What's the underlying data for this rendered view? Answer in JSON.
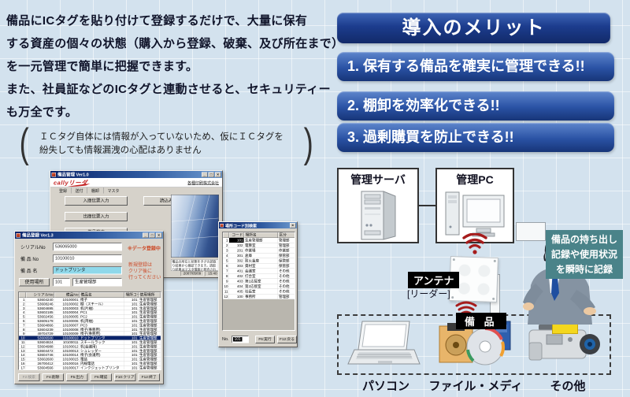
{
  "colors": {
    "background": "#d3e2ee",
    "merit_blue_dark": "#122a69",
    "merit_blue": "#2a52a4",
    "callout_teal": "#4a8389",
    "wifi_red": "#a61c1c",
    "logo_red": "#c32020",
    "selection_navy": "#0a246a",
    "highlight_cyan": "#8fd8ea",
    "alert_red": "#cc4a28"
  },
  "intro": {
    "lines": [
      "備品にICタグを貼り付けて登録するだけで、大量に保有",
      "する資産の個々の状態（購入から登録、破棄、及び所在まで）",
      "を一元管理で簡単に把握できます。",
      "また、社員証などのICタグと連動させると、セキュリティー",
      "も万全です。"
    ],
    "note_line1": "ＩＣタグ自体には情報が入っていないため、仮にＩＣタグを",
    "note_line2": "紛失しても情報漏洩の心配はありません"
  },
  "merits": {
    "title": "導入のメリット",
    "items": [
      "1. 保有する備品を確実に管理できる!!",
      "2. 棚卸を効率化できる!!",
      "3. 過剰購買を防止できる!!"
    ]
  },
  "diagram": {
    "server_label": "管理サーバ",
    "pc_label": "管理PC",
    "antenna_label": "アンテナ",
    "reader_label": "[リーダー]",
    "bihin_label": "備 品",
    "callout_lines": [
      "備品の持ち出し",
      "記録や使用状況",
      "を瞬時に記録"
    ],
    "item_labels": [
      "パソコン",
      "ファイル・メディア",
      "その他"
    ],
    "icons": [
      "wifi-down-icon",
      "server-illustration",
      "desktop-pc-illustration",
      "antenna-panel",
      "businessman-illustration",
      "laptop-illustration",
      "media-illustration",
      "camera-illustration"
    ]
  },
  "windows": {
    "chrome": {
      "min": "_",
      "max": "□",
      "close": "×"
    },
    "main": {
      "title": "備品管理  Ver1.0",
      "logo": "callyリーダ",
      "company": "各種印刷株式会社",
      "tabs": [
        "登録",
        "送付",
        "棚卸",
        "マスタ"
      ],
      "buttons": [
        "入庫伝票入力",
        "出庫伝票入力",
        "備品検索"
      ],
      "read_test_button": "読込みテスト",
      "photo_caption": "備品の所在と状態をタグの読取り結果から確認できます。読取り結果はマスタ情報と照合されます。",
      "status_date": "2007/05/09",
      "status_time": "15:40"
    },
    "register": {
      "title": "備品登録  Ver1.3",
      "fields": {
        "serial_label": "シリアルNo",
        "serial_value": "536065000",
        "itemno_label": "備 品 No",
        "itemno_value": "10100010",
        "name_label": "備 品 名",
        "name_value": "ドットプリンタ",
        "place_label": "使用場所",
        "place_code": "101",
        "place_name": "生産管理部"
      },
      "alert1": "※データ登録中",
      "alert2_lines": [
        "新規登録は",
        "クリア後に",
        "行ってください"
      ],
      "table": {
        "headers": [
          "",
          "シリアルNo",
          "備品No",
          "備品名",
          "場所コード",
          "使用場所"
        ],
        "selected_index": 9,
        "rows": [
          {
            "no": "1",
            "serial": "53604240",
            "ino": "10100001",
            "name": "椅子",
            "code": "101",
            "place": "生産管理部"
          },
          {
            "no": "2",
            "serial": "53608246",
            "ino": "10100002",
            "name": "棚（スチール）",
            "code": "101",
            "place": "生産管理部"
          },
          {
            "no": "3",
            "serial": "53604695",
            "ino": "10100003",
            "name": "机(片袖)",
            "code": "101",
            "place": "生産管理部"
          },
          {
            "no": "4",
            "serial": "53602185",
            "ino": "10100004",
            "name": "PC1",
            "code": "101",
            "place": "生産管理部"
          },
          {
            "no": "5",
            "serial": "53602456",
            "ino": "10100005",
            "name": "PC2",
            "code": "101",
            "place": "生産管理部"
          },
          {
            "no": "6",
            "serial": "53605179",
            "ino": "10100006",
            "name": "机(両袖)",
            "code": "101",
            "place": "生産管理部"
          },
          {
            "no": "7",
            "serial": "53604866",
            "ino": "10100007",
            "name": "PC3",
            "code": "101",
            "place": "生産管理部"
          },
          {
            "no": "8",
            "serial": "53604239",
            "ino": "10100008",
            "name": "椅子(事務用)",
            "code": "101",
            "place": "生産管理部"
          },
          {
            "no": "9",
            "serial": "49704729",
            "ino": "10100009",
            "name": "椅子(事務用)",
            "code": "101",
            "place": "生産管理部"
          },
          {
            "no": "10",
            "serial": "53606500",
            "ino": "10100010",
            "name": "ドットプリンタ",
            "code": "101",
            "place": "生産管理部"
          },
          {
            "no": "11",
            "serial": "53604824",
            "ino": "10100011",
            "name": "スチールラック",
            "code": "101",
            "place": "生産管理部"
          },
          {
            "no": "12",
            "serial": "53604988",
            "ino": "10100012",
            "name": "机(会議用)",
            "code": "101",
            "place": "生産管理部"
          },
          {
            "no": "13",
            "serial": "53604472",
            "ino": "10100013",
            "name": "シュレッダー",
            "code": "101",
            "place": "生産管理部"
          },
          {
            "no": "14",
            "serial": "53604746",
            "ino": "10100014",
            "name": "椅子(会議用)",
            "code": "101",
            "place": "生産管理部"
          },
          {
            "no": "15",
            "serial": "53602600",
            "ino": "10100015",
            "name": "電話",
            "code": "101",
            "place": "生産管理部"
          },
          {
            "no": "16",
            "serial": "26700412",
            "ino": "10100016",
            "name": "内線電話",
            "code": "101",
            "place": "生産管理部"
          },
          {
            "no": "17",
            "serial": "53604566",
            "ino": "10100017",
            "name": "インクジェットプリンタ",
            "code": "101",
            "place": "生産管理部"
          }
        ]
      },
      "fkeys": [
        "F2:検索",
        "F4:削除",
        "F5:出力",
        "F6:確認",
        "F10:クリア",
        "F12:終了"
      ]
    },
    "location": {
      "title": "場所コード別検索",
      "headers": [
        "コード",
        "場所名",
        "区分"
      ],
      "rows": [
        {
          "no": "1",
          "code": "101",
          "name": "生産管理部",
          "cat": "管理部"
        },
        {
          "no": "2",
          "code": "102",
          "name": "電算室",
          "cat": "管理部"
        },
        {
          "no": "3",
          "code": "201",
          "name": "作業場",
          "cat": "作業部"
        },
        {
          "no": "4",
          "code": "301",
          "name": "倉庫",
          "cat": "保管部"
        },
        {
          "no": "5",
          "code": "302",
          "name": "耐火金庫",
          "cat": "保管部"
        },
        {
          "no": "6",
          "code": "303",
          "name": "資材室",
          "cat": "保管部"
        },
        {
          "no": "7",
          "code": "401",
          "name": "会議室",
          "cat": "その他"
        },
        {
          "no": "8",
          "code": "402",
          "name": "打合室",
          "cat": "その他"
        },
        {
          "no": "9",
          "code": "403",
          "name": "第1応接室",
          "cat": "その他"
        },
        {
          "no": "10",
          "code": "404",
          "name": "第2応接室",
          "cat": "その他"
        },
        {
          "no": "11",
          "code": "405",
          "name": "社長室",
          "cat": "その他"
        },
        {
          "no": "12",
          "code": "100",
          "name": "事務所",
          "cat": "管理部"
        }
      ],
      "no_label": "No.",
      "no_value": "101",
      "exec_button": "F6:実行",
      "back_button": "F12:戻る"
    }
  }
}
